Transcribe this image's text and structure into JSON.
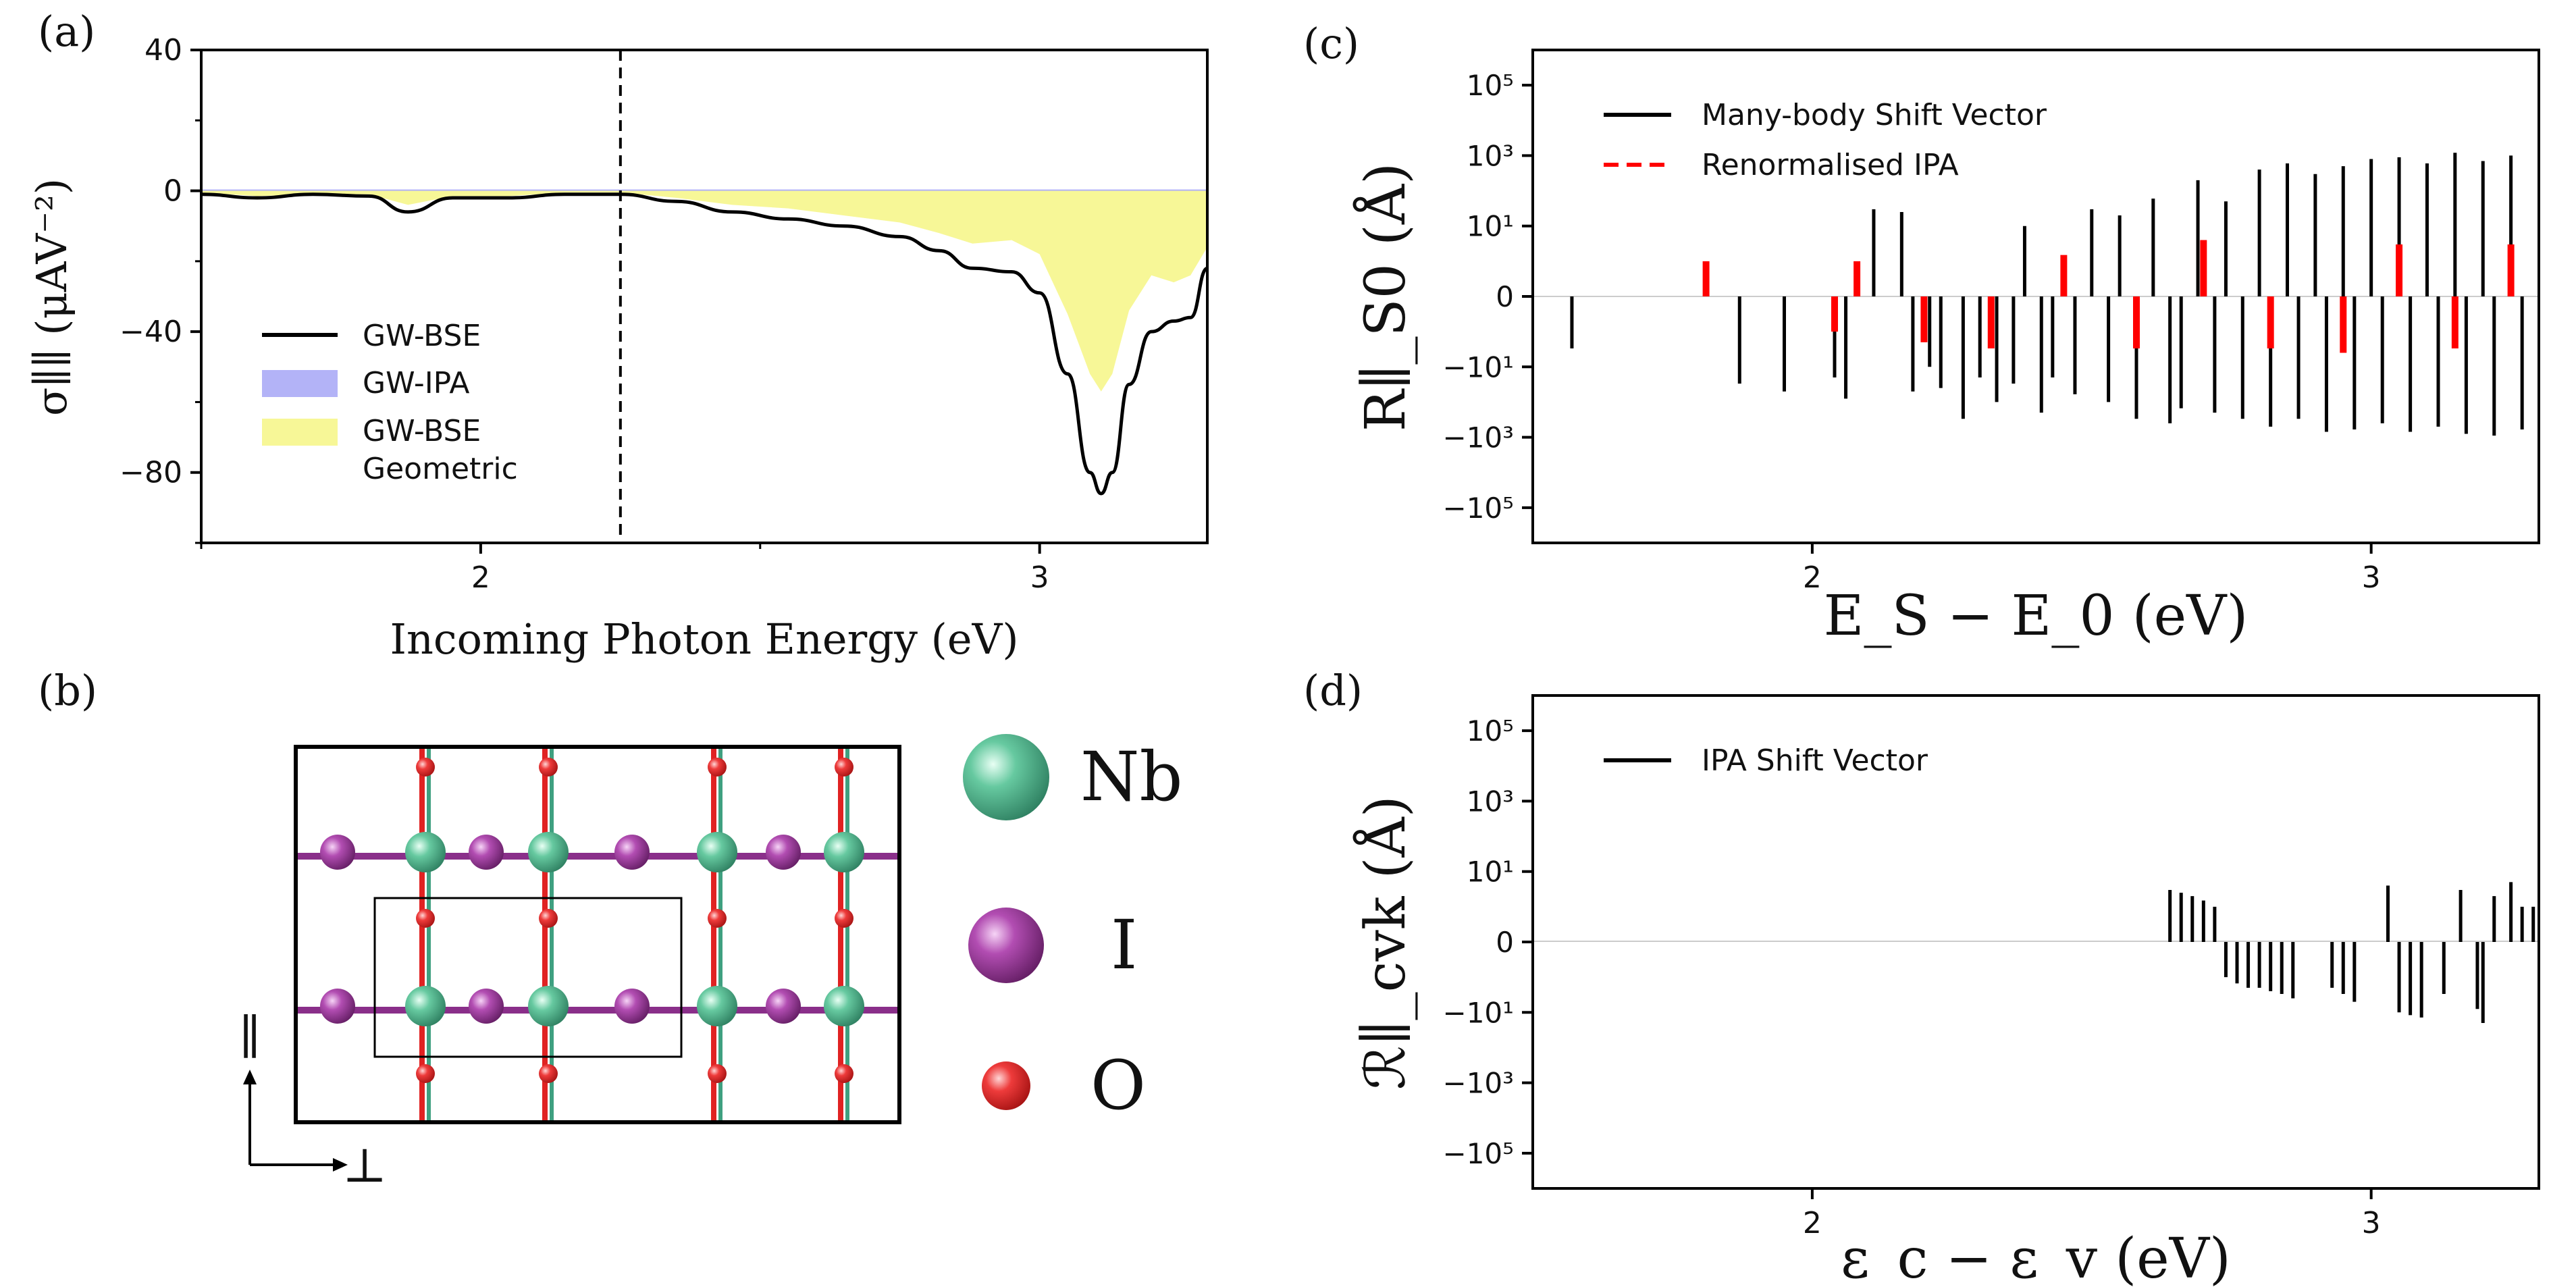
{
  "chart_data": [
    {
      "panel": "(a)",
      "type": "line",
      "xlabel": "Incoming Photon Energy (eV)",
      "ylabel": "σ∥∥ (μAV⁻²)",
      "xlim": [
        1.5,
        3.3
      ],
      "ylim": [
        -100,
        40
      ],
      "xticks": [
        2,
        3
      ],
      "yticks": [
        40,
        0,
        -40,
        -80
      ],
      "vline_x": 2.25,
      "legend_placement": "lower-left",
      "series": [
        {
          "name": "GW-BSE",
          "style": "line",
          "color": "#000000",
          "x": [
            1.5,
            1.6,
            1.7,
            1.8,
            1.87,
            1.95,
            2.05,
            2.15,
            2.25,
            2.35,
            2.45,
            2.55,
            2.65,
            2.75,
            2.82,
            2.88,
            2.95,
            3.0,
            3.05,
            3.09,
            3.11,
            3.13,
            3.16,
            3.2,
            3.24,
            3.27,
            3.3
          ],
          "y": [
            -1,
            -2,
            -1,
            -1.5,
            -6,
            -2,
            -2,
            -1,
            -1,
            -3,
            -6,
            -8,
            -10,
            -13,
            -17,
            -22,
            -23,
            -29,
            -52,
            -80,
            -86,
            -80,
            -55,
            -40,
            -37,
            -36,
            -22
          ]
        },
        {
          "name": "GW-IPA",
          "style": "fill",
          "color": "#b3b3f7",
          "x": [
            1.5,
            3.3
          ],
          "y": [
            0,
            0
          ]
        },
        {
          "name": "GW-BSE Geometric",
          "style": "fill",
          "color": "#f7f797",
          "x": [
            1.5,
            1.6,
            1.7,
            1.8,
            1.87,
            1.95,
            2.05,
            2.15,
            2.25,
            2.35,
            2.45,
            2.55,
            2.65,
            2.75,
            2.82,
            2.88,
            2.95,
            3.0,
            3.05,
            3.09,
            3.11,
            3.13,
            3.16,
            3.2,
            3.24,
            3.27,
            3.3
          ],
          "y": [
            -0.5,
            -1.5,
            -1,
            -1,
            -4,
            -1.5,
            -1.5,
            -0.5,
            -0.5,
            -2,
            -4,
            -5,
            -7,
            -9,
            -12,
            -15,
            -14,
            -18,
            -35,
            -52,
            -57,
            -52,
            -34,
            -24,
            -26,
            -24,
            -16
          ]
        }
      ]
    },
    {
      "panel": "(c)",
      "type": "bar",
      "xlabel": "E_S − E_0 (eV)",
      "ylabel": "R∥_S0 (Å)",
      "yscale": "symlog",
      "xlim": [
        1.5,
        3.3
      ],
      "xticks": [
        2,
        3
      ],
      "yticks": [
        "10⁵",
        "10³",
        "10¹",
        "0",
        "-10¹",
        "-10³",
        "-10⁵"
      ],
      "legend_placement": "upper-left",
      "series": [
        {
          "name": "Many-body Shift Vector",
          "style": "solid",
          "color": "#000000",
          "x": [
            1.57,
            1.87,
            1.95,
            2.04,
            2.06,
            2.11,
            2.16,
            2.18,
            2.21,
            2.23,
            2.27,
            2.3,
            2.33,
            2.36,
            2.38,
            2.41,
            2.43,
            2.47,
            2.5,
            2.53,
            2.55,
            2.58,
            2.61,
            2.64,
            2.66,
            2.69,
            2.72,
            2.74,
            2.77,
            2.8,
            2.82,
            2.85,
            2.87,
            2.9,
            2.92,
            2.95,
            2.97,
            3.0,
            3.02,
            3.05,
            3.07,
            3.1,
            3.12,
            3.15,
            3.17,
            3.2,
            3.22,
            3.25,
            3.27
          ],
          "y": [
            -3,
            -30,
            -50,
            -20,
            -80,
            30,
            25,
            -50,
            -10,
            -40,
            -300,
            -20,
            -100,
            -30,
            10,
            -200,
            -20,
            -60,
            30,
            -100,
            20,
            -300,
            60,
            -400,
            -150,
            200,
            -200,
            50,
            -300,
            400,
            -500,
            600,
            -300,
            300,
            -700,
            500,
            -600,
            800,
            -400,
            900,
            -700,
            600,
            -500,
            1200,
            -800,
            700,
            -900,
            1000,
            -600
          ]
        },
        {
          "name": "Renormalised IPA",
          "style": "dashed",
          "color": "#ff0000",
          "x": [
            1.81,
            2.04,
            2.08,
            2.2,
            2.32,
            2.45,
            2.58,
            2.7,
            2.82,
            2.95,
            3.05,
            3.15,
            3.25
          ],
          "y": [
            1,
            -1,
            1,
            -2,
            -3,
            1.5,
            -3,
            4,
            -3,
            -4,
            3,
            -3,
            3
          ]
        }
      ]
    },
    {
      "panel": "(d)",
      "type": "bar",
      "xlabel": "ε_c − ε_v (eV)",
      "ylabel": "ℛ∥_cvk (Å)",
      "yscale": "symlog",
      "xlim": [
        1.5,
        3.3
      ],
      "xticks": [
        2,
        3
      ],
      "yticks": [
        "10⁵",
        "10³",
        "10¹",
        "0",
        "-10¹",
        "-10³",
        "-10⁵"
      ],
      "legend_placement": "upper-left",
      "series": [
        {
          "name": "IPA Shift Vector",
          "style": "solid",
          "color": "#000000",
          "x": [
            2.64,
            2.66,
            2.68,
            2.7,
            2.72,
            2.74,
            2.76,
            2.78,
            2.8,
            2.82,
            2.84,
            2.86,
            2.93,
            2.95,
            2.97,
            3.03,
            3.05,
            3.07,
            3.09,
            3.13,
            3.16,
            3.19,
            3.2,
            3.22,
            3.25,
            3.27,
            3.29
          ],
          "y": [
            3,
            2.5,
            2,
            1.5,
            1,
            -1,
            -1.5,
            -2,
            -2,
            -2.5,
            -3,
            -4,
            -2,
            -3,
            -5,
            4,
            -10,
            -12,
            -14,
            -3,
            3,
            -8,
            -20,
            2,
            5,
            1,
            1
          ]
        }
      ]
    },
    {
      "panel": "(b)",
      "type": "diagram",
      "legend": [
        "Nb",
        "I",
        "O"
      ],
      "legend_colors": [
        "#3fa080",
        "#8a2f8a",
        "#e02222"
      ],
      "axis_labels": [
        "∥",
        "⊥"
      ]
    }
  ]
}
